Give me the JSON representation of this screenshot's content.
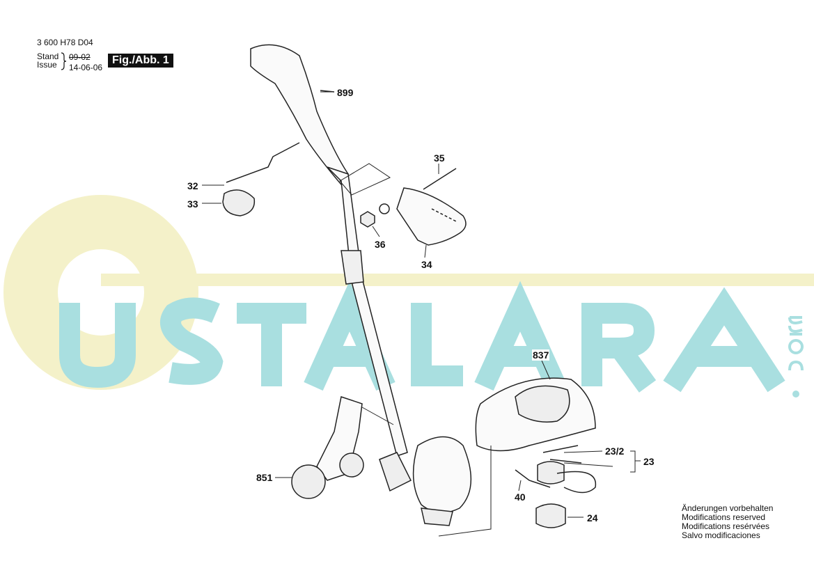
{
  "header": {
    "part_number": "3 600 H78 D04",
    "stand_label": "Stand",
    "issue_label": "Issue",
    "old_date": "09-02",
    "date": "14-06-06",
    "figure": "Fig./Abb. 1"
  },
  "watermark": {
    "text": "USTALARA",
    "suffix": ".com",
    "colors": {
      "yellow": "#f4f1c9",
      "teal": "#a9dfe0"
    }
  },
  "part_labels": [
    "899",
    "32",
    "33",
    "35",
    "36",
    "34",
    "837",
    "23/2",
    "23",
    "851",
    "40",
    "24"
  ],
  "notes": [
    "Änderungen vorbehalten",
    "Modifications reserved",
    "Modifications resérvées",
    "Salvo modificaciones"
  ]
}
